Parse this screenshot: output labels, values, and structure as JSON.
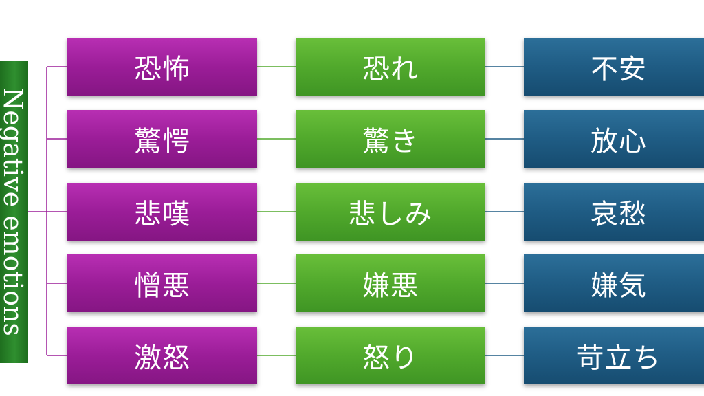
{
  "root": {
    "label": "Negative emotions"
  },
  "rows": [
    {
      "col1": "恐怖",
      "col2": "恐れ",
      "col3": "不安"
    },
    {
      "col1": "驚愕",
      "col2": "驚き",
      "col3": "放心"
    },
    {
      "col1": "悲嘆",
      "col2": "悲しみ",
      "col3": "哀愁"
    },
    {
      "col1": "憎悪",
      "col2": "嫌悪",
      "col3": "嫌気"
    },
    {
      "col1": "激怒",
      "col2": "怒り",
      "col3": "苛立ち"
    }
  ],
  "colors": {
    "root": "#2f8f2f",
    "level1": "#9b1d98",
    "level2": "#51a92c",
    "level3": "#1f5c84"
  }
}
